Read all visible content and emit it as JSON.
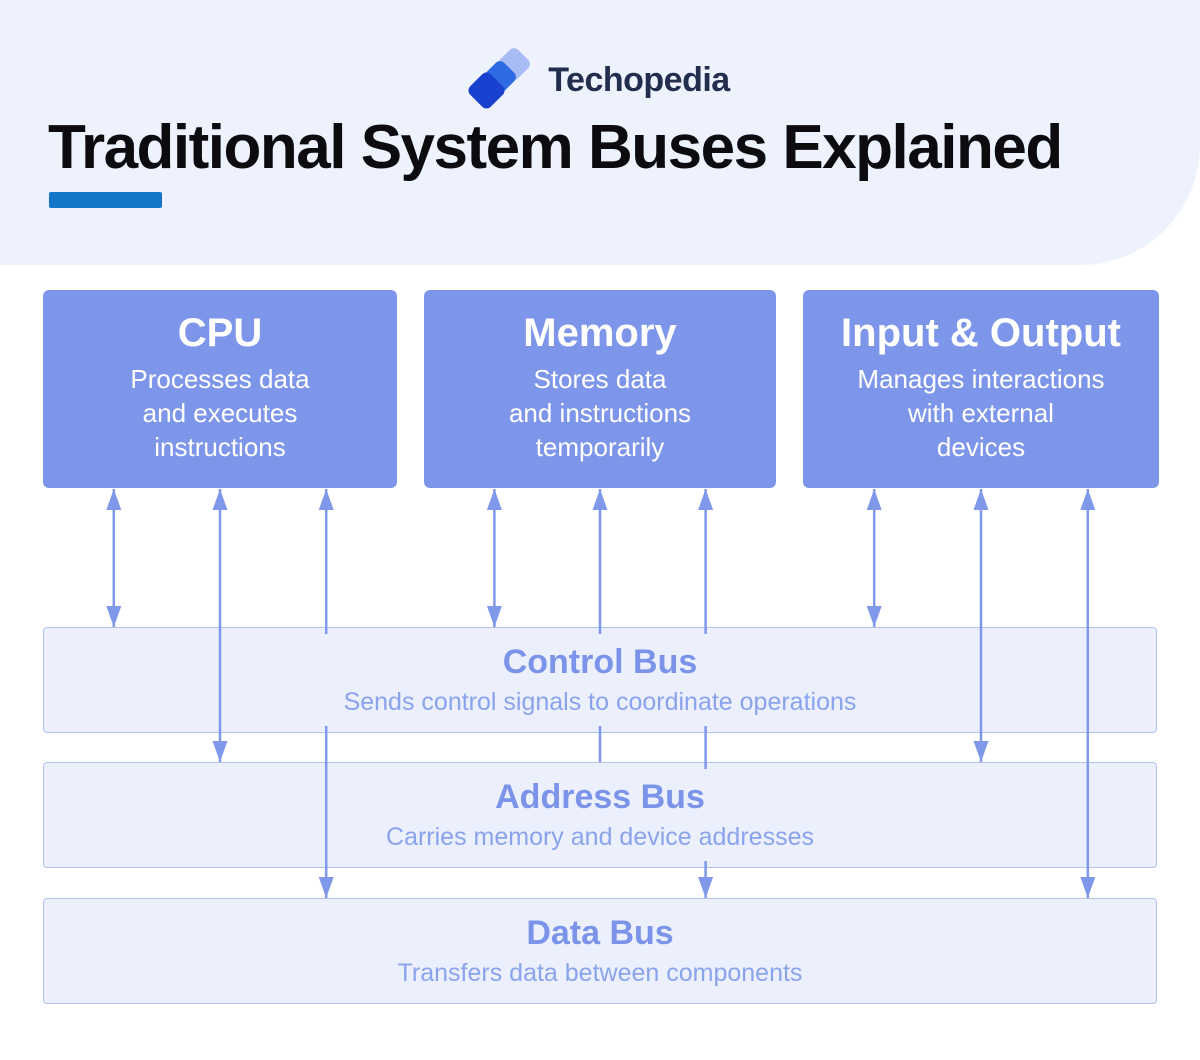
{
  "brand": {
    "name": "Techopedia",
    "logo_icon": "techopedia-stacked-squares-icon"
  },
  "header": {
    "title": "Traditional System Buses Explained"
  },
  "components": [
    {
      "id": "cpu",
      "title": "CPU",
      "lines": [
        "Processes data",
        "and executes",
        "instructions"
      ]
    },
    {
      "id": "memory",
      "title": "Memory",
      "lines": [
        "Stores data",
        "and instructions",
        "temporarily"
      ]
    },
    {
      "id": "io",
      "title": "Input & Output",
      "lines": [
        "Manages interactions",
        "with external",
        "devices"
      ]
    }
  ],
  "buses": [
    {
      "id": "control-bus",
      "title": "Control Bus",
      "description": "Sends control signals to coordinate operations"
    },
    {
      "id": "address-bus",
      "title": "Address Bus",
      "description": "Carries memory and device addresses"
    },
    {
      "id": "data-bus",
      "title": "Data Bus",
      "description": "Transfers data between components"
    }
  ],
  "connections": [
    {
      "from": "cpu",
      "to": "control-bus",
      "heads": "both"
    },
    {
      "from": "cpu",
      "to": "address-bus",
      "heads": "both"
    },
    {
      "from": "cpu",
      "to": "data-bus",
      "heads": "both"
    },
    {
      "from": "memory",
      "to": "control-bus",
      "heads": "both"
    },
    {
      "from": "memory",
      "to": "address-bus",
      "heads": "up"
    },
    {
      "from": "memory",
      "to": "data-bus",
      "heads": "both"
    },
    {
      "from": "io",
      "to": "control-bus",
      "heads": "both"
    },
    {
      "from": "io",
      "to": "address-bus",
      "heads": "both"
    },
    {
      "from": "io",
      "to": "data-bus",
      "heads": "both"
    }
  ],
  "colors": {
    "header_bg": "#edf2fd",
    "title_text": "#0c0c10",
    "title_underline": "#1478c9",
    "component_fill": "#7e96ea",
    "component_text": "#ffffff",
    "bus_fill": "#ebf0fc",
    "bus_border": "#b3c3ea",
    "bus_title_text": "#7b93e8",
    "bus_desc_text": "#8ba3ed",
    "arrow": "#7f98e9",
    "logo_text": "#232d4e",
    "logo_square_dark": "#1940cf",
    "logo_square_mid": "#2e6be3",
    "logo_square_light": "#a7bcf5"
  }
}
